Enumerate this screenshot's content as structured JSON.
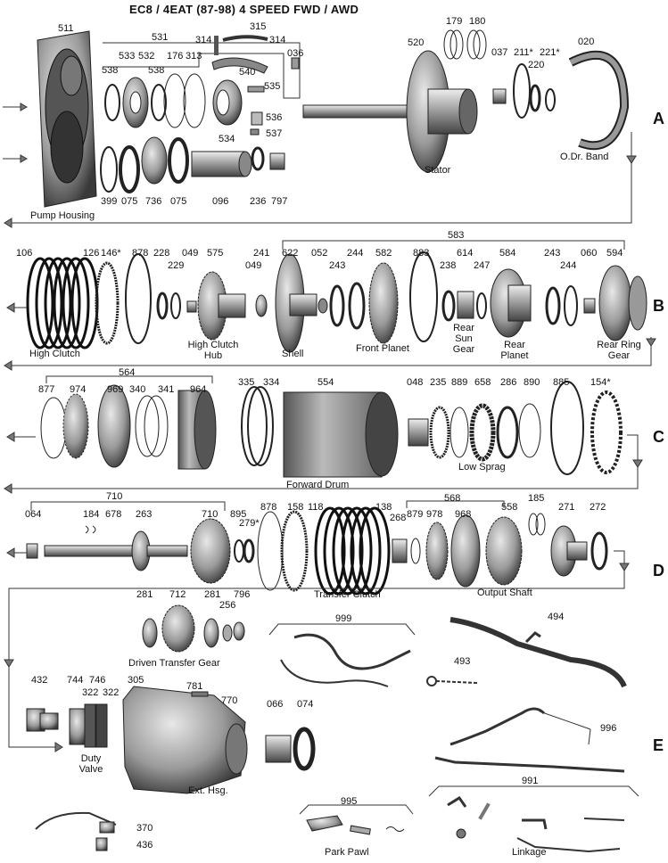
{
  "title": "EC8 / 4EAT  (87-98)     4  SPEED FWD / AWD",
  "sections": [
    "A",
    "B",
    "C",
    "D",
    "E"
  ],
  "labels": {
    "n511": "511",
    "n531": "531",
    "n315": "315",
    "n314a": "314",
    "n314b": "314",
    "n036": "036",
    "n520": "520",
    "n179": "179",
    "n180": "180",
    "n037": "037",
    "n211": "211*",
    "n221": "221*",
    "n220": "220",
    "n020": "020",
    "n538a": "538",
    "n533": "533",
    "n532": "532",
    "n538b": "538",
    "n176": "176",
    "n313": "313",
    "n540": "540",
    "n535": "535",
    "n536": "536",
    "n537": "537",
    "n534": "534",
    "n399": "399",
    "n075a": "075",
    "n736": "736",
    "n075b": "075",
    "n096": "096",
    "n236": "236",
    "n797": "797",
    "n583": "583",
    "n106": "106",
    "n126": "126",
    "n146": "146*",
    "n878a": "878",
    "n228": "228",
    "n229": "229",
    "n049a": "049",
    "n575": "575",
    "n049b": "049",
    "n241": "241",
    "n622": "622",
    "n052": "052",
    "n243a": "243",
    "n244a": "244",
    "n582": "582",
    "n883": "883",
    "n238": "238",
    "n614": "614",
    "n247": "247",
    "n584": "584",
    "n243b": "243",
    "n244b": "244",
    "n060": "060",
    "n594": "594",
    "n564": "564",
    "n877": "877",
    "n974": "974",
    "n969": "969",
    "n340": "340",
    "n341": "341",
    "n964": "964",
    "n335": "335",
    "n334": "334",
    "n554": "554",
    "n048": "048",
    "n235": "235",
    "n889": "889",
    "n658": "658",
    "n286": "286",
    "n890": "890",
    "n885": "885",
    "n154": "154*",
    "n710a": "710",
    "n064": "064",
    "n184": "184",
    "n678": "678",
    "n263": "263",
    "n710b": "710",
    "n895": "895",
    "n279": "279*",
    "n878b": "878",
    "n158": "158",
    "n118": "118",
    "n138": "138",
    "n568": "568",
    "n268": "268",
    "n879": "879",
    "n978": "978",
    "n968": "968",
    "n558": "558",
    "n185": "185",
    "n271": "271",
    "n272": "272",
    "n281a": "281",
    "n712": "712",
    "n281b": "281",
    "n796": "796",
    "n256": "256",
    "n999": "999",
    "n494": "494",
    "n493": "493",
    "n432": "432",
    "n744": "744",
    "n746": "746",
    "n322a": "322",
    "n322b": "322",
    "n305": "305",
    "n781": "781",
    "n770": "770",
    "n066": "066",
    "n074": "074",
    "n996": "996",
    "n995": "995",
    "n991": "991",
    "n370": "370",
    "n436": "436"
  },
  "captions": {
    "pump_housing": "Pump Housing",
    "stator": "Stator",
    "od_band": "O.Dr. Band",
    "high_clutch": "High Clutch",
    "high_clutch_hub_1": "High Clutch",
    "high_clutch_hub_2": "Hub",
    "shell": "Shell",
    "front_planet": "Front Planet",
    "rear_sun_1": "Rear",
    "rear_sun_2": "Sun",
    "rear_sun_3": "Gear",
    "rear_planet_1": "Rear",
    "rear_planet_2": "Planet",
    "rear_ring_1": "Rear Ring",
    "rear_ring_2": "Gear",
    "low_sprag": "Low  Sprag",
    "forward_drum": "Forward Drum",
    "transfer_clutch": "Transfer Clutch",
    "output_shaft": "Output  Shaft",
    "driven_transfer_gear": "Driven  Transfer Gear",
    "duty_valve_1": "Duty",
    "duty_valve_2": "Valve",
    "ext_hsg": "Ext. Hsg.",
    "park_pawl": "Park Pawl",
    "linkage": "Linkage"
  }
}
